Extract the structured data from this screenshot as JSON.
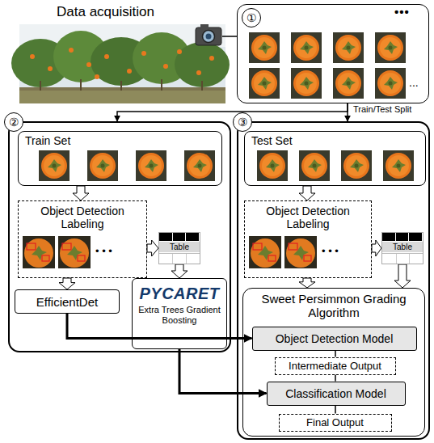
{
  "diagram": {
    "nodes": [
      {
        "text": [
          "①"
        ]
      },
      {
        "text": [
          "②"
        ]
      },
      {
        "text": [
          "Train Set"
        ],
        "in": 1
      },
      {
        "text": [
          "Object Detection Labeling"
        ],
        "in": 1
      },
      {
        "text": [
          "Table"
        ],
        "in": 1
      },
      {
        "text": [
          "EfficientDet"
        ],
        "in": 1
      },
      {
        "text": [
          "PYCARET",
          "Extra Trees Gradient Boosting"
        ],
        "in": 1
      },
      {
        "text": [
          "③"
        ]
      },
      {
        "text": [
          "Test Set"
        ],
        "in": 7
      },
      {
        "text": [
          "Object Detection Labeling"
        ],
        "in": 7
      },
      {
        "text": [
          "Table"
        ],
        "in": 7
      },
      {
        "text": [
          "Sweet Persimmon Grading Algorithm"
        ],
        "in": 7
      },
      {
        "text": [
          "Object Detection Model"
        ],
        "in": 11
      },
      {
        "text": [
          "Intermediate Output"
        ],
        "in": 11
      },
      {
        "text": [
          "Classification Model"
        ],
        "in": 11
      },
      {
        "text": [
          "Final Output"
        ],
        "in": 11
      }
    ],
    "edges": [
      {
        "from": 0,
        "to": 1,
        "arrow": "to"
      },
      {
        "from": 0,
        "to": 7,
        "arrow": "to"
      },
      {
        "from": 2,
        "to": 3,
        "arrow": "to"
      },
      {
        "from": 3,
        "to": 4,
        "arrow": "to"
      },
      {
        "from": 3,
        "to": 5,
        "arrow": "to"
      },
      {
        "from": 4,
        "to": 6,
        "arrow": "to"
      },
      {
        "from": 8,
        "to": 9,
        "arrow": "to"
      },
      {
        "from": 9,
        "to": 10,
        "arrow": "to"
      },
      {
        "from": 9,
        "to": 11,
        "arrow": "to"
      },
      {
        "from": 10,
        "to": 11,
        "arrow": "to"
      },
      {
        "from": 5,
        "to": 12,
        "arrow": "to"
      },
      {
        "from": 6,
        "to": 14,
        "arrow": "to"
      },
      {
        "from": 12,
        "to": 13,
        "arrow": "none"
      },
      {
        "from": 13,
        "to": 14,
        "arrow": "none"
      },
      {
        "from": 14,
        "to": 15,
        "arrow": "none"
      }
    ],
    "labels": [
      "Data acquisition",
      "•••",
      "...",
      "Train/Test Split",
      "• • •",
      "• • •"
    ]
  }
}
